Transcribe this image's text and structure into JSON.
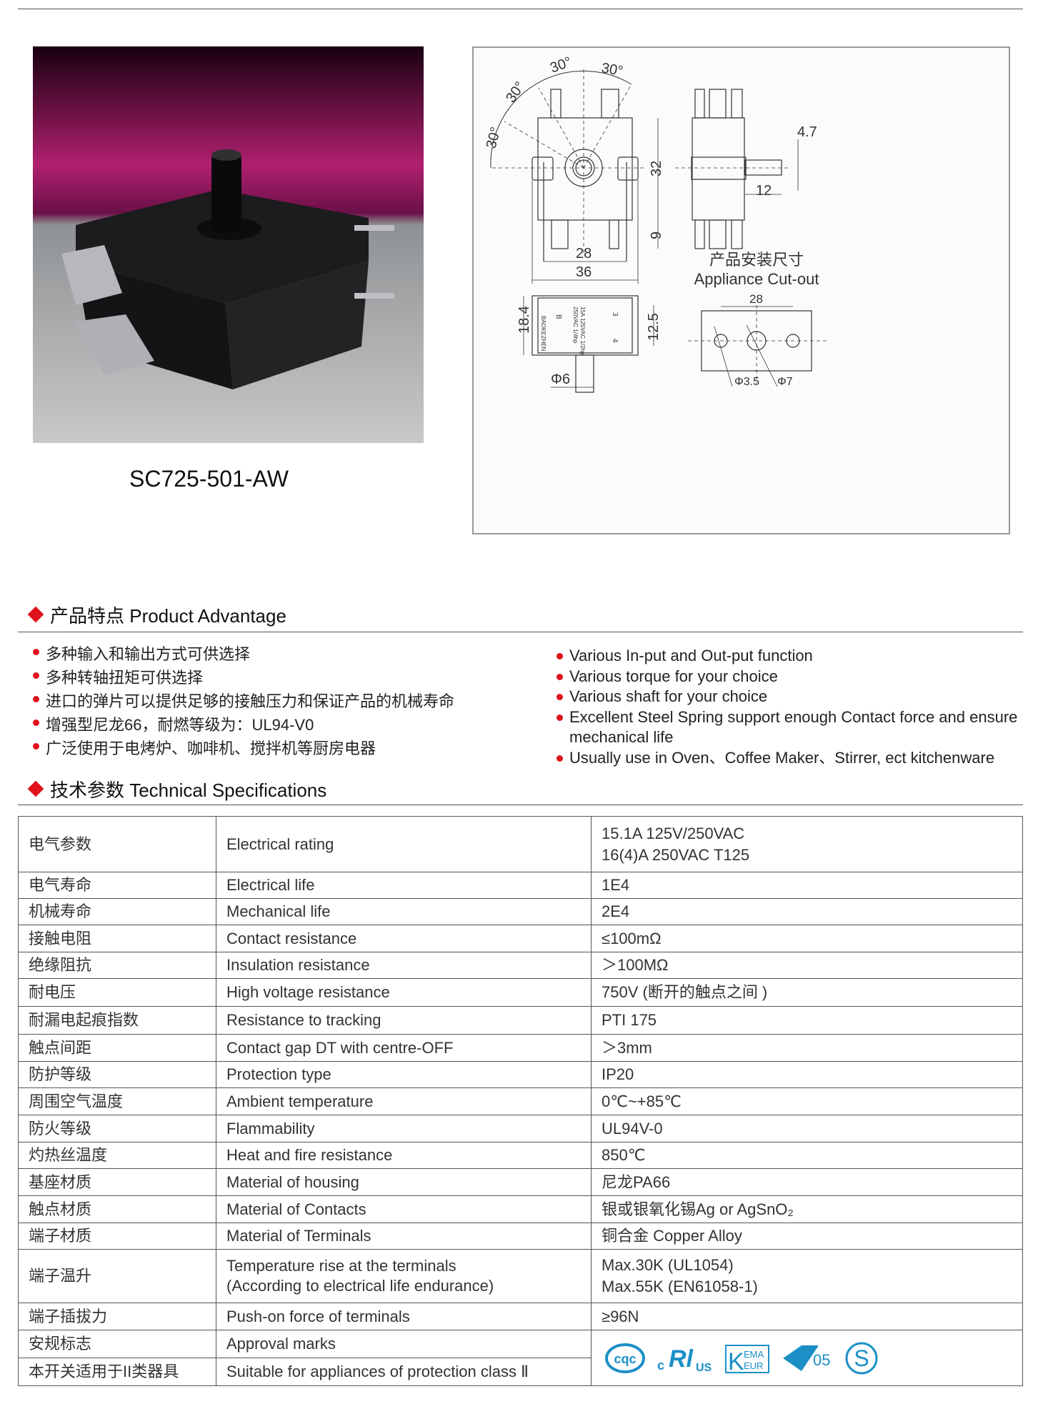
{
  "product": {
    "model": "SC725-501-AW"
  },
  "diagram": {
    "angles": [
      "30°",
      "30°",
      "30°",
      "30°"
    ],
    "dims": {
      "height": "32",
      "terminal": "9",
      "inner_width": "28",
      "outer_width": "36",
      "shaft_flat": "4.7",
      "shaft_len": "12",
      "depth": "18.4",
      "pitch": "12.5",
      "shaft_dia": "Φ6",
      "cut_pitch": "28",
      "hole_small": "Φ3.5",
      "hole_large": "Φ7"
    },
    "body_marks": {
      "brand": "BAOKEZHEN",
      "rating1": "15A 125VAC 1/2hp",
      "rating2": "250VAC 1/4hp",
      "t3": "3",
      "t4": "4",
      "b": "B"
    },
    "cutout_title_cn": "产品安装尺寸",
    "cutout_title_en": "Appliance Cut-out"
  },
  "advantage": {
    "heading": "产品特点 Product Advantage",
    "cn": [
      "多种输入和输出方式可供选择",
      "多种转轴扭矩可供选择",
      "进口的弹片可以提供足够的接触压力和保证产品的机械寿命",
      "增强型尼龙66，耐燃等级为：UL94-V0",
      "广泛使用于电烤炉、咖啡机、搅拌机等厨房电器"
    ],
    "en": [
      "Various In-put and Out-put function",
      "Various torque for your choice",
      "Various shaft for your choice",
      "Excellent Steel Spring support enough Contact  force and ensure  mechanical life",
      "Usually use in Oven、Coffee Maker、Stirrer, ect kitchenware"
    ]
  },
  "specs": {
    "heading": "技术参数 Technical Specifications",
    "rows": [
      {
        "cn": "电气参数",
        "en": "Electrical rating",
        "v": [
          "15.1A 125V/250VAC",
          "16(4)A  250VAC  T125"
        ]
      },
      {
        "cn": "电气寿命",
        "en": "Electrical life",
        "v": [
          "1E4"
        ]
      },
      {
        "cn": "机械寿命",
        "en": "Mechanical life",
        "v": [
          "2E4"
        ]
      },
      {
        "cn": "接触电阻",
        "en": "Contact resistance",
        "v": [
          "≤100mΩ"
        ]
      },
      {
        "cn": "绝缘阻抗",
        "en": "Insulation resistance",
        "v": [
          "＞100MΩ"
        ]
      },
      {
        "cn": "耐电压",
        "en": "High voltage resistance",
        "v": [
          "750V (断开的触点之间 )"
        ]
      },
      {
        "cn": "耐漏电起痕指数",
        "en": "Resistance to tracking",
        "v": [
          "PTI 175"
        ]
      },
      {
        "cn": "触点间距",
        "en": "Contact gap DT with centre-OFF",
        "v": [
          "＞3mm"
        ]
      },
      {
        "cn": "防护等级",
        "en": "Protection type",
        "v": [
          "IP20"
        ]
      },
      {
        "cn": "周围空气温度",
        "en": "Ambient temperature",
        "v": [
          "0℃~+85℃"
        ]
      },
      {
        "cn": "防火等级",
        "en": "Flammability",
        "v": [
          "UL94V-0"
        ]
      },
      {
        "cn": "灼热丝温度",
        "en": "Heat and fire resistance",
        "v": [
          "850℃"
        ]
      },
      {
        "cn": "基座材质",
        "en": "Material of housing",
        "v": [
          "尼龙PA66"
        ]
      },
      {
        "cn": "触点材质",
        "en": "Material of Contacts",
        "v": [
          "银或银氧化锡Ag or AgSnO₂"
        ]
      },
      {
        "cn": "端子材质",
        "en": "Material of Terminals",
        "v": [
          "铜合金 Copper Alloy"
        ]
      },
      {
        "cn": "端子温升",
        "en": "Temperature rise at the terminals",
        "en2": "(According to electrical life endurance)",
        "v": [
          "Max.30K (UL1054)",
          "Max.55K (EN61058-1)"
        ]
      },
      {
        "cn": "端子插拔力",
        "en": "Push-on force of terminals",
        "v": [
          "≥96N"
        ]
      },
      {
        "cn": "安规标志",
        "en": "Approval marks"
      },
      {
        "cn": "本开关适用于II类器具",
        "en": "Suitable for appliances of protection class  Ⅱ"
      }
    ],
    "marks": {
      "cqc": "CQC",
      "ul_c": "c",
      "ul_us": "us",
      "kema1": "EMA",
      "kema2": "EUR",
      "kema_k": "K",
      "enec": "05",
      "s": "S"
    },
    "mark_color": "#1b8fc6"
  }
}
